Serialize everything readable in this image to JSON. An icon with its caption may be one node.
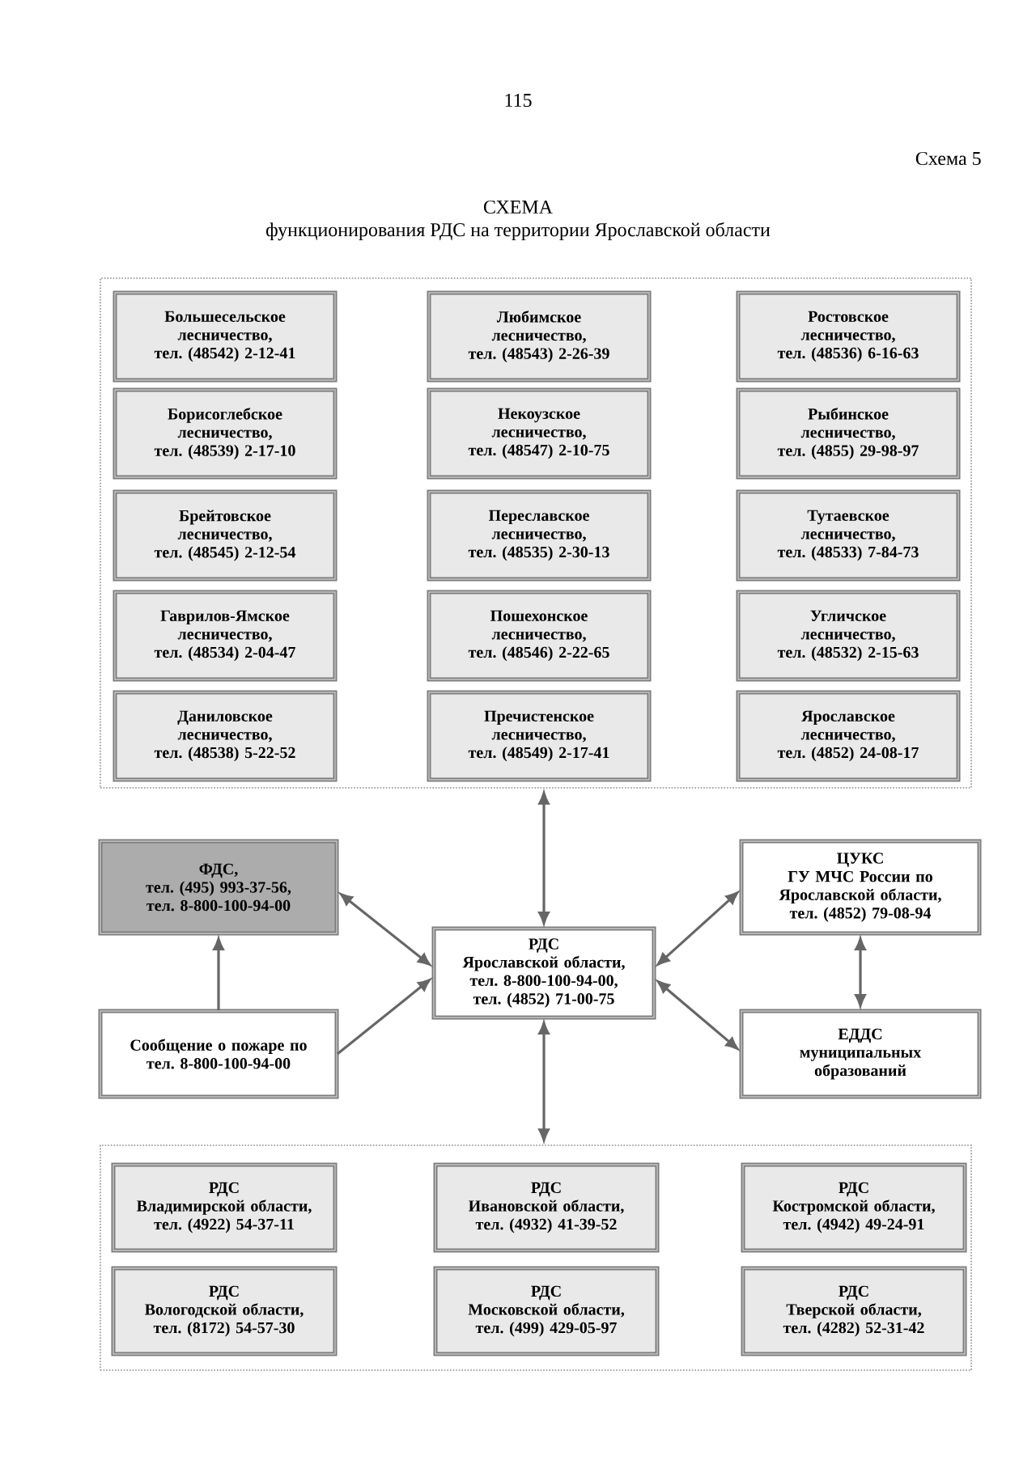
{
  "diagram": {
    "title": "СХЕМА",
    "nodes": [
      {
        "text": [],
        "shape": "box"
      },
      {
        "text": [
          "Большесельское лесничество,",
          "тел. (48542) 2-12-41"
        ],
        "in": 0
      },
      {
        "text": [
          "Любимское лесничество,",
          "тел. (48543) 2-26-39"
        ],
        "in": 0
      },
      {
        "text": [
          "Ростовское лесничество,",
          "тел. (48536) 6-16-63"
        ],
        "in": 0
      },
      {
        "text": [
          "Борисоглебское лесничество,",
          "тел. (48539) 2-17-10"
        ],
        "in": 0
      },
      {
        "text": [
          "Некоузское лесничество,",
          "тел. (48547) 2-10-75"
        ],
        "in": 0
      },
      {
        "text": [
          "Рыбинское лесничество,",
          "тел. (4855) 29-98-97"
        ],
        "in": 0
      },
      {
        "text": [
          "Брейтовское лесничество,",
          "тел. (48545) 2-12-54"
        ],
        "in": 0
      },
      {
        "text": [
          "Переславское лесничество,",
          "тел. (48535) 2-30-13"
        ],
        "in": 0
      },
      {
        "text": [
          "Тутаевское лесничество,",
          "тел. (48533) 7-84-73"
        ],
        "in": 0
      },
      {
        "text": [
          "Гаврилов-Ямское лесничество,",
          "тел. (48534) 2-04-47"
        ],
        "in": 0
      },
      {
        "text": [
          "Пошехонское лесничество,",
          "тел. (48546) 2-22-65"
        ],
        "in": 0
      },
      {
        "text": [
          "Угличское лесничество,",
          "тел. (48532) 2-15-63"
        ],
        "in": 0
      },
      {
        "text": [
          "Даниловское лесничество,",
          "тел. (48538) 5-22-52"
        ],
        "in": 0
      },
      {
        "text": [
          "Пречистенское лесничество,",
          "тел. (48549) 2-17-41"
        ],
        "in": 0
      },
      {
        "text": [
          "Ярославское лесничество,",
          "тел. (4852) 24-08-17"
        ],
        "in": 0
      },
      {
        "text": [
          "ФДС,",
          "тел. (495) 993-37-56,",
          "тел. 8-800-100-94-00"
        ]
      },
      {
        "text": [
          "ЦУКС",
          "ГУ МЧС России по Ярославской области,",
          "тел. (4852) 79-08-94"
        ]
      },
      {
        "text": [
          "РДС",
          "Ярославской области,",
          "тел. 8-800-100-94-00,",
          "тел. (4852) 71-00-75"
        ]
      },
      {
        "text": [
          "Сообщение о пожаре по тел. 8-800-100-94-00"
        ]
      },
      {
        "text": [
          "ЕДДС",
          "муниципальных образований"
        ]
      },
      {
        "text": [],
        "shape": "box"
      },
      {
        "text": [
          "РДС",
          "Владимирской области,",
          "тел. (4922) 54-37-11"
        ],
        "in": 21
      },
      {
        "text": [
          "РДС",
          "Ивановской области,",
          "тел. (4932) 41-39-52"
        ],
        "in": 21
      },
      {
        "text": [
          "РДС",
          "Костромской области,",
          "тел. (4942) 49-24-91"
        ],
        "in": 21
      },
      {
        "text": [
          "РДС",
          "Вологодской области,",
          "тел. (8172) 54-57-30"
        ],
        "in": 21
      },
      {
        "text": [
          "РДС",
          "Московской области,",
          "тел. (499) 429-05-97"
        ],
        "in": 21
      },
      {
        "text": [
          "РДС",
          "Тверской области,",
          "тел. (4282) 52-31-42"
        ],
        "in": 21
      }
    ],
    "edges": [
      {
        "from": 0,
        "to": 18,
        "arrow": "both"
      },
      {
        "from": 16,
        "to": 18,
        "arrow": "both"
      },
      {
        "from": 19,
        "to": 16,
        "arrow": "to"
      },
      {
        "from": 19,
        "to": 18,
        "arrow": "to"
      },
      {
        "from": 18,
        "to": 17,
        "arrow": "both"
      },
      {
        "from": 18,
        "to": 20,
        "arrow": "both"
      },
      {
        "from": 17,
        "to": 20,
        "arrow": "both"
      },
      {
        "from": 18,
        "to": 21,
        "arrow": "both"
      }
    ],
    "labels": [
      "115",
      "Схема 5",
      "функционирования РДС на территории Ярославской области"
    ]
  }
}
